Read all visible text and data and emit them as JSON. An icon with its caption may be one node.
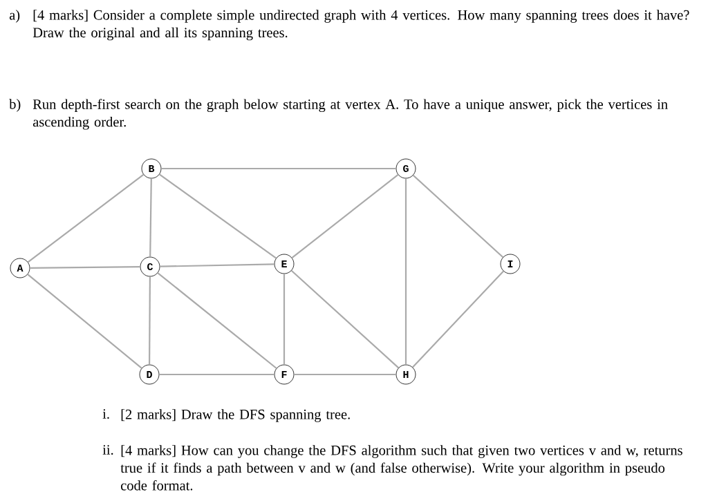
{
  "diagram": {
    "nodes": [
      {
        "text": [
          "A"
        ]
      },
      {
        "text": [
          "B"
        ]
      },
      {
        "text": [
          "C"
        ]
      },
      {
        "text": [
          "D"
        ]
      },
      {
        "text": [
          "E"
        ]
      },
      {
        "text": [
          "F"
        ]
      },
      {
        "text": [
          "G"
        ]
      },
      {
        "text": [
          "H"
        ]
      },
      {
        "text": [
          "I"
        ]
      }
    ],
    "edges": [
      {
        "from": 0,
        "to": 1,
        "arrow": "none"
      },
      {
        "from": 0,
        "to": 2,
        "arrow": "none"
      },
      {
        "from": 0,
        "to": 3,
        "arrow": "none"
      },
      {
        "from": 1,
        "to": 2,
        "arrow": "none"
      },
      {
        "from": 1,
        "to": 4,
        "arrow": "none"
      },
      {
        "from": 1,
        "to": 6,
        "arrow": "none"
      },
      {
        "from": 2,
        "to": 4,
        "arrow": "none"
      },
      {
        "from": 2,
        "to": 3,
        "arrow": "none"
      },
      {
        "from": 2,
        "to": 5,
        "arrow": "none"
      },
      {
        "from": 3,
        "to": 5,
        "arrow": "none"
      },
      {
        "from": 4,
        "to": 5,
        "arrow": "none"
      },
      {
        "from": 4,
        "to": 6,
        "arrow": "none"
      },
      {
        "from": 4,
        "to": 7,
        "arrow": "none"
      },
      {
        "from": 5,
        "to": 7,
        "arrow": "none"
      },
      {
        "from": 6,
        "to": 7,
        "arrow": "none"
      },
      {
        "from": 6,
        "to": 8,
        "arrow": "none"
      },
      {
        "from": 7,
        "to": 8,
        "arrow": "none"
      }
    ],
    "labels": [
      "a)",
      "[4 marks] Consider a complete simple undirected graph with 4 vertices. How many spanning trees does it have? Draw the original and all its spanning trees.",
      "b)",
      "Run depth-first search on the graph below starting at vertex A. To have a unique answer, pick the vertices in ascending order.",
      "i.",
      "[2 marks] Draw the DFS spanning tree.",
      "ii.",
      "[4 marks] How can you change the DFS algorithm such that given two vertices v and w, returns true if it finds a path between v and w (and false otherwise). Write your algorithm in pseudo code format."
    ]
  }
}
